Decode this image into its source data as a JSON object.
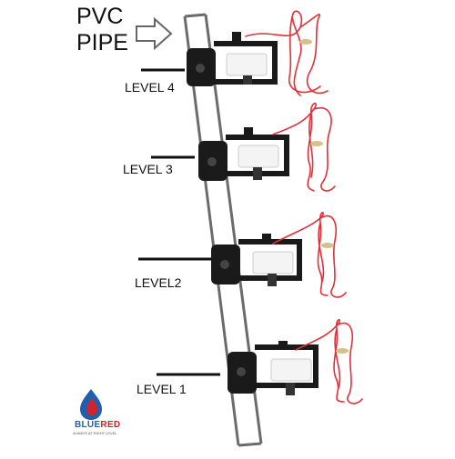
{
  "labels": {
    "pvc_line1": "PVC",
    "pvc_line2": "PIPE",
    "level4": "LEVEL 4",
    "level3": "LEVEL 3",
    "level2": "LEVEL2",
    "level1": "LEVEL 1"
  },
  "logo": {
    "brand_part1": "BLUE",
    "brand_part2": "RED",
    "tagline": "ALWAYS AT RIGHT LEVEL"
  },
  "colors": {
    "wire": "#e0303a",
    "switch_body": "#1a1a1a",
    "float": "#f4f4f4",
    "pipe": "#6b6b6b",
    "logo_blue": "#1f5fb0",
    "logo_red": "#d2232a"
  }
}
